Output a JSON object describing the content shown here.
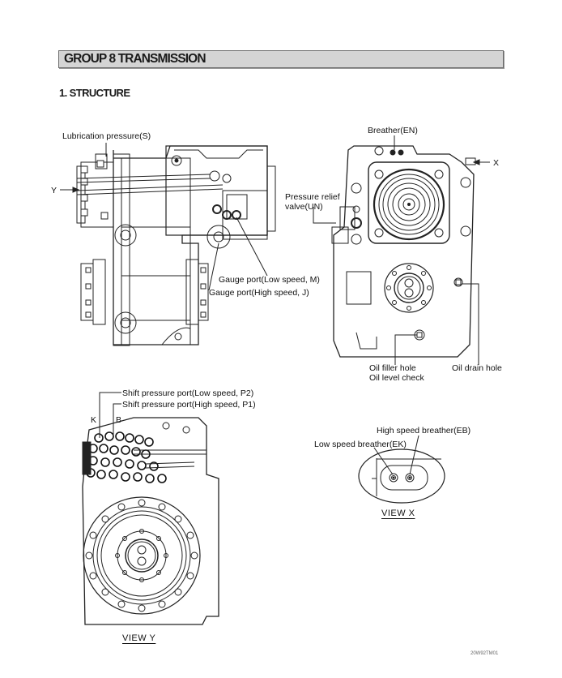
{
  "header": {
    "group_title": "GROUP 8 TRANSMISSION"
  },
  "section": {
    "title": "1. STRUCTURE"
  },
  "side_view": {
    "labels": {
      "lubrication": "Lubrication pressure(S)",
      "y_arrow": "Y",
      "gauge_low": "Gauge port(Low speed, M)",
      "gauge_high": "Gauge port(High speed, J)"
    }
  },
  "front_view": {
    "labels": {
      "breather": "Breather(EN)",
      "x_arrow": "X",
      "pressure_relief_1": "Pressure relief",
      "pressure_relief_2": "valve(UN)",
      "oil_filler": "Oil filler hole",
      "oil_level": "Oil level check",
      "oil_drain": "Oil drain hole"
    }
  },
  "view_y": {
    "labels": {
      "shift_low": "Shift pressure port(Low speed, P2)",
      "shift_high": "Shift pressure port(High speed, P1)",
      "k": "K",
      "b": "B"
    },
    "caption": "VIEW  Y"
  },
  "view_x": {
    "labels": {
      "high_breather": "High speed breather(EB)",
      "low_breather": "Low speed breather(EK)"
    },
    "caption": "VIEW  X"
  },
  "footer": {
    "drawing_code": "20W92TM01"
  }
}
